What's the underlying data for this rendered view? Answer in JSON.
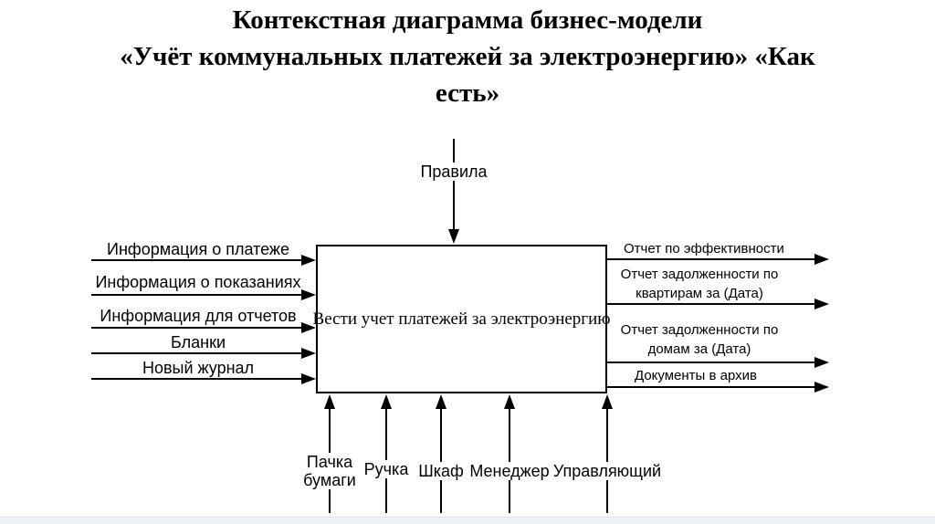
{
  "title_lines": [
    "Контекстная диаграмма бизнес-модели",
    "«Учёт коммунальных платежей за электроэнергию» «Как",
    "есть»"
  ],
  "diagram": {
    "process_box": {
      "label": "Вести учет платежей за электроэнергию"
    },
    "control": {
      "label": "Правила"
    },
    "inputs": [
      {
        "label": "Информация о платеже"
      },
      {
        "label": "Информация о показаниях"
      },
      {
        "label": "Информация для отчетов"
      },
      {
        "label": "Бланки"
      },
      {
        "label": "Новый журнал"
      }
    ],
    "outputs": [
      {
        "lines": [
          "Отчет по эффективности",
          ""
        ]
      },
      {
        "lines": [
          "Отчет задолженности по",
          "квартирам за (Дата)"
        ]
      },
      {
        "lines": [
          "Отчет задолженности по",
          "домам за (Дата)"
        ]
      },
      {
        "lines": [
          "Документы в архив",
          ""
        ]
      }
    ],
    "mechanisms": [
      {
        "lines": [
          "Пачка",
          "бумаги"
        ]
      },
      {
        "lines": [
          "Ручка",
          ""
        ]
      },
      {
        "lines": [
          "Шкаф",
          ""
        ]
      },
      {
        "lines": [
          "Менеджер",
          ""
        ]
      },
      {
        "lines": [
          "Управляющий",
          ""
        ]
      }
    ]
  },
  "colors": {
    "line": "#000000",
    "background": "#ffffff",
    "bottom_strip": "#edf2f8"
  }
}
